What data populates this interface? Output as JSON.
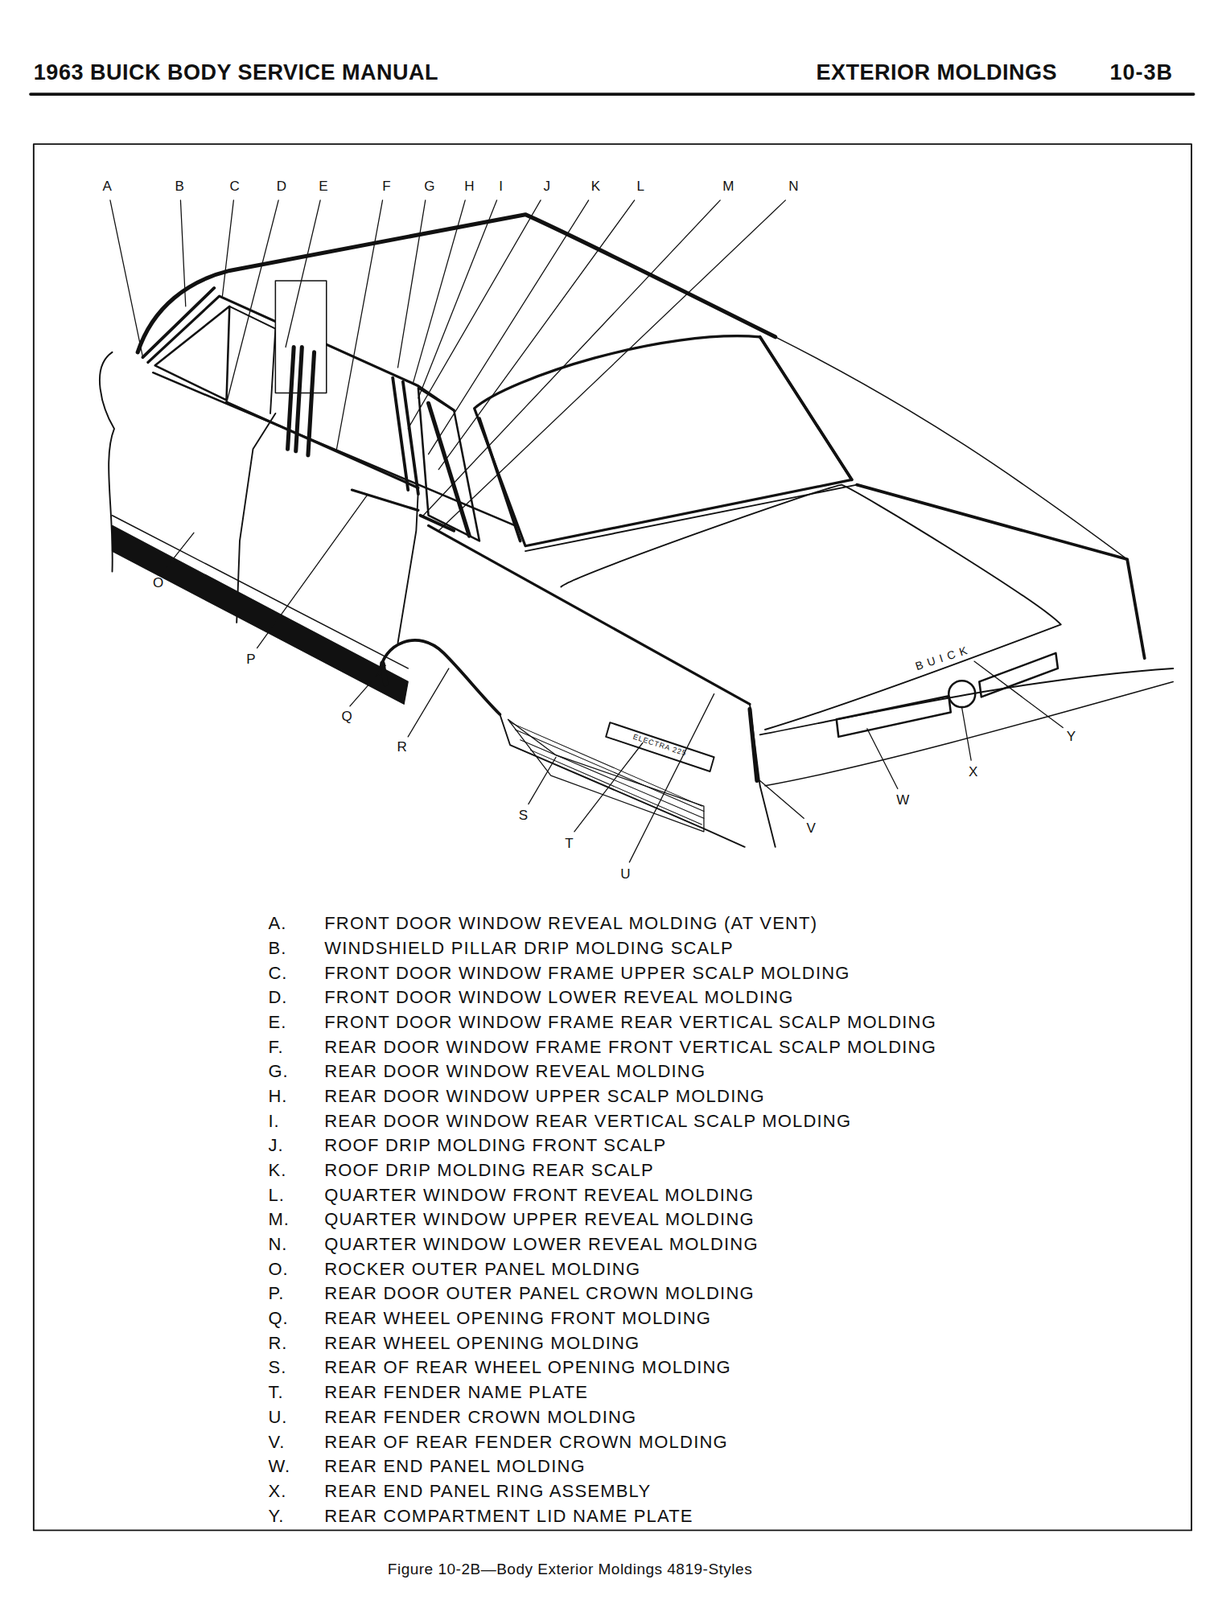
{
  "diagram": {
    "caption": "Figure 10-2B—Body Exterior Moldings 4819-Styles",
    "labels": [
      "1963 BUICK BODY SERVICE MANUAL",
      "EXTERIOR MOLDINGS",
      "10-3B",
      "A",
      "B",
      "C",
      "D",
      "E",
      "F",
      "G",
      "H",
      "I",
      "J",
      "K",
      "L",
      "M",
      "N",
      "O",
      "P",
      "Q",
      "R",
      "S",
      "T",
      "U",
      "V",
      "W",
      "X",
      "Y",
      "ELECTRA 225",
      "BUICK",
      "A.",
      "FRONT DOOR WINDOW REVEAL MOLDING (AT VENT)",
      "B.",
      "WINDSHIELD PILLAR DRIP MOLDING SCALP",
      "C.",
      "FRONT DOOR WINDOW FRAME UPPER SCALP MOLDING",
      "D.",
      "FRONT DOOR WINDOW LOWER REVEAL MOLDING",
      "E.",
      "FRONT DOOR WINDOW FRAME REAR VERTICAL SCALP MOLDING",
      "F.",
      "REAR DOOR WINDOW FRAME FRONT VERTICAL SCALP MOLDING",
      "G.",
      "REAR DOOR WINDOW REVEAL MOLDING",
      "H.",
      "REAR DOOR WINDOW UPPER SCALP MOLDING",
      "I.",
      "REAR DOOR WINDOW REAR VERTICAL SCALP MOLDING",
      "J.",
      "ROOF DRIP MOLDING FRONT SCALP",
      "K.",
      "ROOF DRIP MOLDING REAR SCALP",
      "L.",
      "QUARTER WINDOW FRONT REVEAL MOLDING",
      "M.",
      "QUARTER WINDOW UPPER REVEAL MOLDING",
      "N.",
      "QUARTER WINDOW LOWER REVEAL MOLDING",
      "O.",
      "ROCKER OUTER PANEL MOLDING",
      "P.",
      "REAR DOOR OUTER PANEL CROWN MOLDING",
      "Q.",
      "REAR WHEEL OPENING FRONT MOLDING",
      "R.",
      "REAR WHEEL OPENING MOLDING",
      "S.",
      "REAR OF REAR WHEEL OPENING MOLDING",
      "T.",
      "REAR FENDER NAME PLATE",
      "U.",
      "REAR FENDER CROWN MOLDING",
      "V.",
      "REAR OF REAR FENDER CROWN MOLDING",
      "W.",
      "REAR END PANEL MOLDING",
      "X.",
      "REAR END PANEL RING ASSEMBLY",
      "Y.",
      "REAR COMPARTMENT LID NAME PLATE"
    ]
  }
}
